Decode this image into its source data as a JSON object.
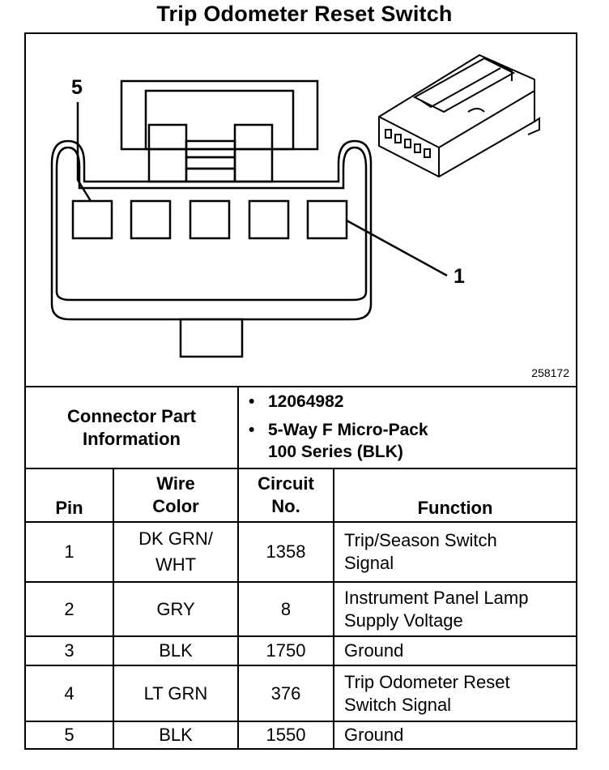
{
  "title": "Trip Odometer Reset Switch",
  "diagram": {
    "figure_id": "258172",
    "callouts": {
      "pin5": "5",
      "pin1": "1"
    }
  },
  "connector_info": {
    "label_line1": "Connector Part",
    "label_line2": "Information",
    "part_number": "12064982",
    "description_line1": "5-Way F Micro-Pack",
    "description_line2": "100 Series (BLK)"
  },
  "table": {
    "headers": {
      "pin": "Pin",
      "wire_color_line1": "Wire",
      "wire_color_line2": "Color",
      "circuit_line1": "Circuit",
      "circuit_line2": "No.",
      "function": "Function"
    },
    "rows": [
      {
        "pin": "1",
        "wire_line1": "DK GRN/",
        "wire_line2": "WHT",
        "circuit": "1358",
        "function_line1": "Trip/Season Switch",
        "function_line2": "Signal"
      },
      {
        "pin": "2",
        "wire_line1": "GRY",
        "wire_line2": "",
        "circuit": "8",
        "function_line1": "Instrument Panel Lamp",
        "function_line2": "Supply Voltage"
      },
      {
        "pin": "3",
        "wire_line1": "BLK",
        "wire_line2": "",
        "circuit": "1750",
        "function_line1": "Ground",
        "function_line2": ""
      },
      {
        "pin": "4",
        "wire_line1": "LT GRN",
        "wire_line2": "",
        "circuit": "376",
        "function_line1": "Trip Odometer Reset",
        "function_line2": "Switch Signal"
      },
      {
        "pin": "5",
        "wire_line1": "BLK",
        "wire_line2": "",
        "circuit": "1550",
        "function_line1": "Ground",
        "function_line2": ""
      }
    ]
  }
}
